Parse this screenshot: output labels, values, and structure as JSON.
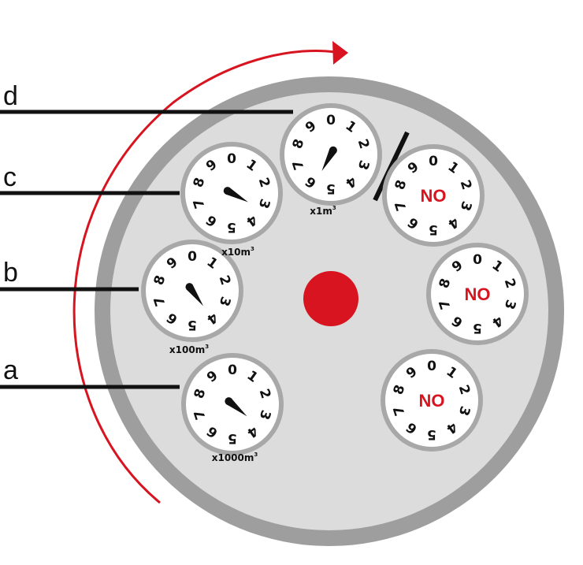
{
  "colors": {
    "background": "#ffffff",
    "meter_rim": "#9e9e9e",
    "meter_face": "#dcdcdc",
    "dial_face": "#ffffff",
    "dial_rim": "#a8a8a8",
    "accent_red": "#d7141f",
    "ink": "#111111"
  },
  "leader_labels": [
    "a",
    "b",
    "c",
    "d"
  ],
  "center_icon": "red-center-dot",
  "rotation_icon": "rotation-arrow-icon",
  "divider": "dial-separator",
  "dials": [
    {
      "id": "x1000",
      "unit_main": "x1000m",
      "unit_sup": "3",
      "digits": [
        "0",
        "1",
        "2",
        "3",
        "4",
        "5",
        "6",
        "7",
        "8",
        "9"
      ],
      "pointer_value": 3.6,
      "label": "a"
    },
    {
      "id": "x100",
      "unit_main": "x100m",
      "unit_sup": "3",
      "digits": [
        "0",
        "1",
        "2",
        "3",
        "4",
        "5",
        "6",
        "7",
        "8",
        "9"
      ],
      "pointer_value": 4.0,
      "label": "b"
    },
    {
      "id": "x10",
      "unit_main": "x10m",
      "unit_sup": "3",
      "digits": [
        "0",
        "1",
        "2",
        "3",
        "4",
        "5",
        "6",
        "7",
        "8",
        "9"
      ],
      "pointer_value": 3.3,
      "label": "c"
    },
    {
      "id": "x1",
      "unit_main": "x1m",
      "unit_sup": "3",
      "digits": [
        "0",
        "1",
        "2",
        "3",
        "4",
        "5",
        "6",
        "7",
        "8",
        "9"
      ],
      "pointer_value": 5.8,
      "label": "d"
    }
  ],
  "no_dials": [
    {
      "id": "no1",
      "text": "NO",
      "digits": [
        "0",
        "1",
        "2",
        "3",
        "4",
        "5",
        "6",
        "7",
        "8",
        "9"
      ]
    },
    {
      "id": "no2",
      "text": "NO",
      "digits": [
        "0",
        "1",
        "2",
        "3",
        "4",
        "5",
        "6",
        "7",
        "8",
        "9"
      ]
    },
    {
      "id": "no3",
      "text": "NO",
      "digits": [
        "0",
        "1",
        "2",
        "3",
        "4",
        "5",
        "6",
        "7",
        "8",
        "9"
      ]
    }
  ]
}
